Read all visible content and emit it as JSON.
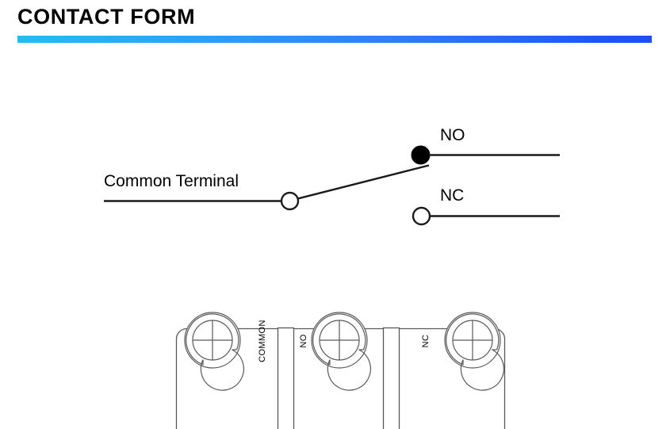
{
  "header": {
    "title": "CONTACT FORM",
    "underline_gradient_from": "#22bcf5",
    "underline_gradient_to": "#1b4ff5"
  },
  "schematic": {
    "common_label": "Common Terminal",
    "no_label": "NO",
    "nc_label": "NC",
    "line_color": "#1a1a1a",
    "no_contact_state": "closed-filled",
    "nc_contact_state": "open-hollow"
  },
  "terminal_block": {
    "outline_color": "#595959",
    "terminals": [
      {
        "label": "COMMON",
        "icon": "screw-terminal-icon"
      },
      {
        "label": "NO",
        "icon": "screw-terminal-icon"
      },
      {
        "label": "NC",
        "icon": "screw-terminal-icon"
      }
    ]
  }
}
